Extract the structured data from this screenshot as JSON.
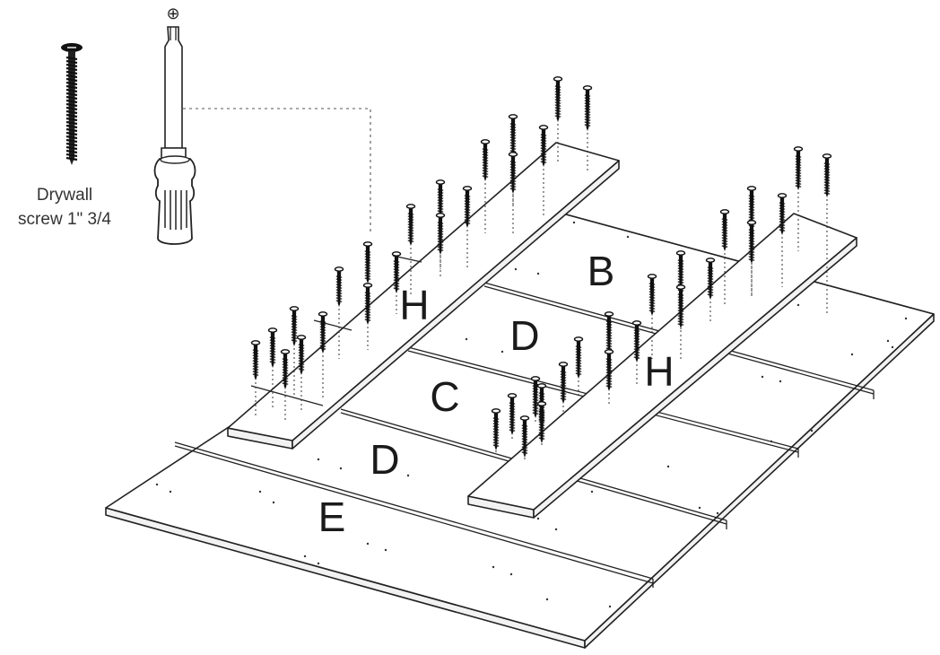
{
  "caption": {
    "line1": "Drywall",
    "line2": "screw 1\" 3/4"
  },
  "tool": {
    "screwdriver_icon": "phillips-screwdriver-icon",
    "tip_symbol": "⊕",
    "screw_icon": "drywall-screw-icon"
  },
  "labels": {
    "B": "B",
    "D_top": "D",
    "C": "C",
    "D_bottom": "D",
    "E": "E",
    "H_left": "H",
    "H_right": "H"
  }
}
